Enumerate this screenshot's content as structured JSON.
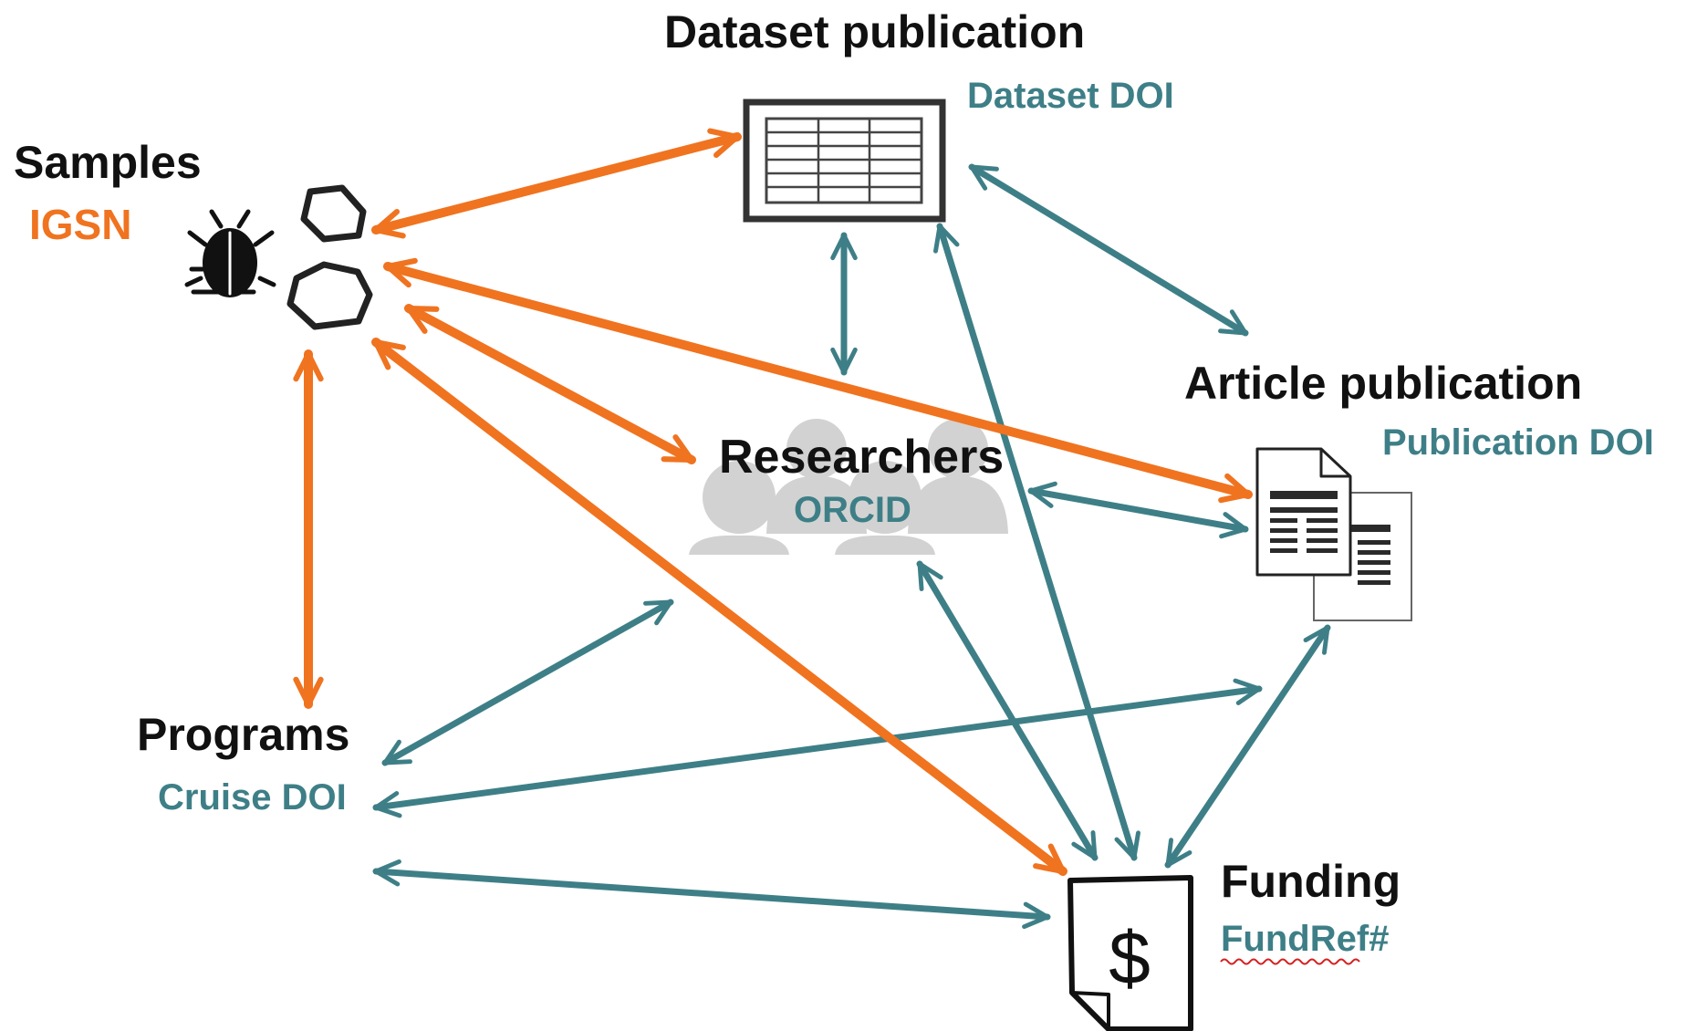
{
  "colors": {
    "orange": "#f07320",
    "teal": "#3e7f87",
    "text": "#111111",
    "icon_gray": "#d2d2d2"
  },
  "nodes": {
    "samples": {
      "title": "Samples",
      "identifier": "IGSN",
      "icons": [
        "beetle-icon",
        "rock-icon"
      ]
    },
    "dataset": {
      "title": "Dataset publication",
      "identifier": "Dataset DOI",
      "icons": [
        "data-table-icon"
      ]
    },
    "article": {
      "title": "Article publication",
      "identifier": "Publication DOI",
      "icons": [
        "document-icon"
      ]
    },
    "researchers": {
      "title": "Researchers",
      "identifier": "ORCID",
      "icons": [
        "people-icon"
      ]
    },
    "programs": {
      "title": "Programs",
      "identifier": "Cruise DOI"
    },
    "funding": {
      "title": "Funding",
      "identifier": "FundRef#",
      "icons": [
        "dollar-document-icon"
      ],
      "symbol": "$"
    }
  }
}
